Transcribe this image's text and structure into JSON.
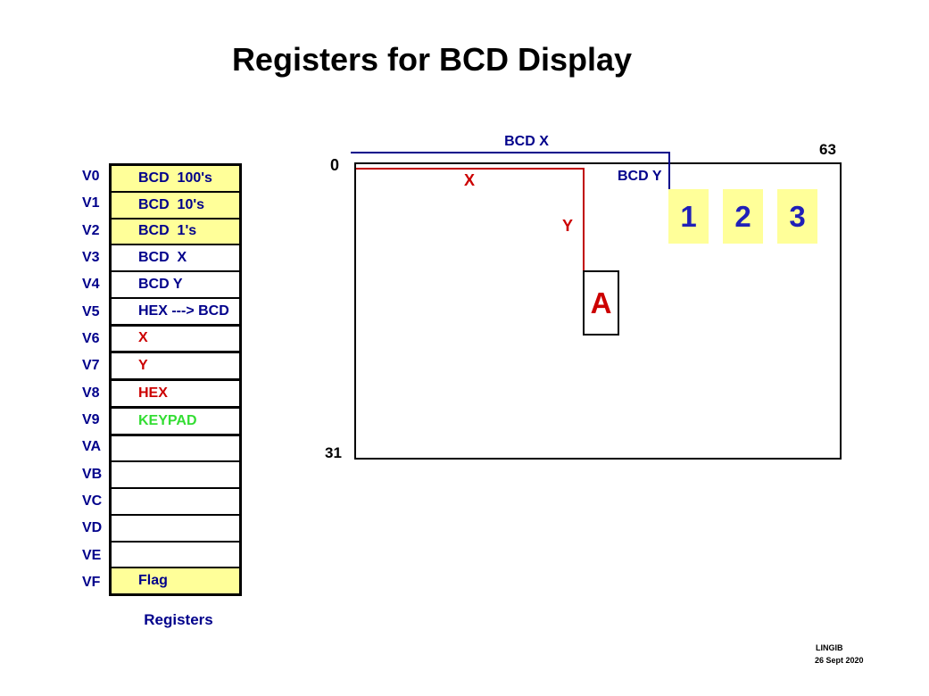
{
  "title": "Registers for BCD Display",
  "registers": {
    "caption": "Registers",
    "rows": [
      {
        "name": "V0",
        "value": "BCD  100's",
        "bg": "#FFFF99",
        "fg": "#00008B",
        "thick_bottom": false
      },
      {
        "name": "V1",
        "value": "BCD  10's",
        "bg": "#FFFF99",
        "fg": "#00008B",
        "thick_bottom": false
      },
      {
        "name": "V2",
        "value": "BCD  1's",
        "bg": "#FFFF99",
        "fg": "#00008B",
        "thick_bottom": false
      },
      {
        "name": "V3",
        "value": "BCD  X",
        "bg": "#FFFFFF",
        "fg": "#00008B",
        "thick_bottom": false
      },
      {
        "name": "V4",
        "value": "BCD Y",
        "bg": "#FFFFFF",
        "fg": "#00008B",
        "thick_bottom": false
      },
      {
        "name": "V5",
        "value": "HEX ---> BCD",
        "bg": "#FFFFFF",
        "fg": "#00008B",
        "thick_bottom": true
      },
      {
        "name": "V6",
        "value": "X",
        "bg": "#FFFFFF",
        "fg": "#CC0000",
        "thick_bottom": true
      },
      {
        "name": "V7",
        "value": "Y",
        "bg": "#FFFFFF",
        "fg": "#CC0000",
        "thick_bottom": true
      },
      {
        "name": "V8",
        "value": "HEX",
        "bg": "#FFFFFF",
        "fg": "#CC0000",
        "thick_bottom": true
      },
      {
        "name": "V9",
        "value": "KEYPAD",
        "bg": "#FFFFFF",
        "fg": "#33DD33",
        "thick_bottom": true
      },
      {
        "name": "VA",
        "value": "",
        "bg": "#FFFFFF",
        "fg": "#00008B",
        "thick_bottom": false
      },
      {
        "name": "VB",
        "value": "",
        "bg": "#FFFFFF",
        "fg": "#00008B",
        "thick_bottom": false
      },
      {
        "name": "VC",
        "value": "",
        "bg": "#FFFFFF",
        "fg": "#00008B",
        "thick_bottom": false
      },
      {
        "name": "VD",
        "value": "",
        "bg": "#FFFFFF",
        "fg": "#00008B",
        "thick_bottom": false
      },
      {
        "name": "VE",
        "value": "",
        "bg": "#FFFFFF",
        "fg": "#00008B",
        "thick_bottom": false
      },
      {
        "name": "VF",
        "value": "Flag",
        "bg": "#FFFF99",
        "fg": "#00008B",
        "thick_bottom": false
      }
    ]
  },
  "display": {
    "top_left_label": "0",
    "top_right_label": "63",
    "bottom_left_label": "31",
    "bcd_x_label": "BCD X",
    "bcd_y_label": "BCD Y",
    "x_label": "X",
    "y_label": "Y",
    "sprite_char": "A",
    "digit_cards": [
      "1",
      "2",
      "3"
    ]
  },
  "footer": {
    "author": "LINGIB",
    "date": "26 Sept 2020"
  },
  "colors": {
    "navy_text": "#00008B",
    "red_text": "#CC0000",
    "red_line": "#C00000",
    "blue_line": "#00008B",
    "highlight_yellow": "#FFFF99",
    "digit_blue": "#2020B8",
    "keypad_green": "#33DD33"
  }
}
